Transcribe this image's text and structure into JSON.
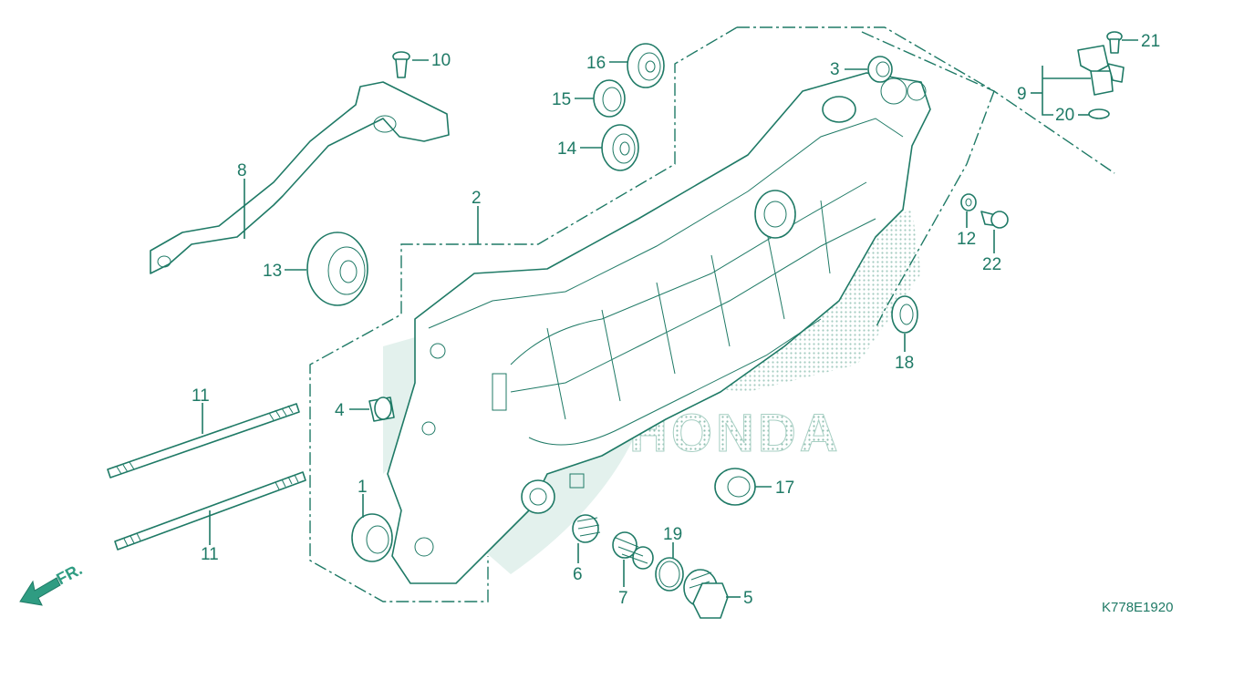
{
  "figure": {
    "code": "K778E1920",
    "watermark": "HONDA",
    "front_marker": "FR."
  },
  "callouts": [
    "1",
    "2",
    "3",
    "4",
    "5",
    "6",
    "7",
    "8",
    "9",
    "10",
    "11",
    "11",
    "12",
    "13",
    "14",
    "15",
    "16",
    "17",
    "18",
    "19",
    "20",
    "21",
    "22"
  ],
  "colors": {
    "line": "#1f7a66",
    "halftone": "#c8e2da",
    "background": "#ffffff"
  }
}
